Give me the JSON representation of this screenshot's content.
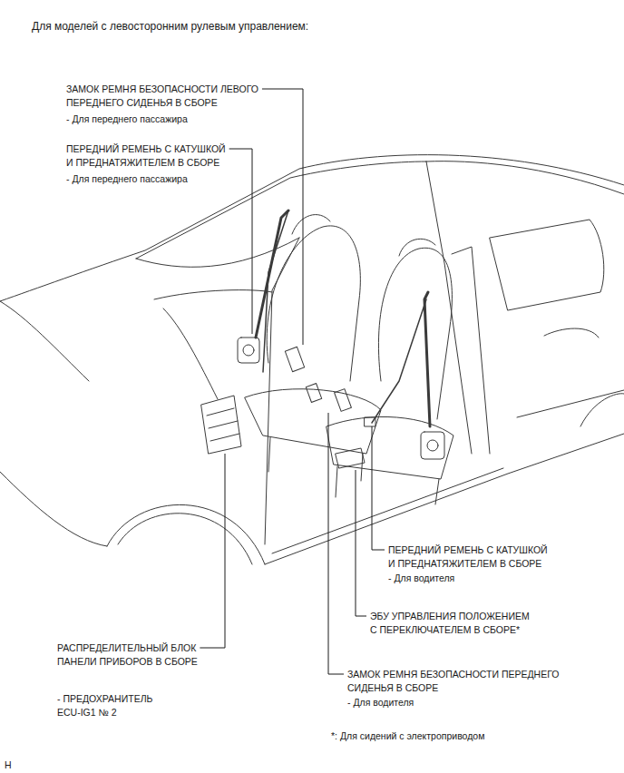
{
  "diagram": {
    "title": "Для моделей с левосторонним рулевым управлением:",
    "labels": [
      "ЗАМОК РЕМНЯ БЕЗОПАСНОСТИ ЛЕВОГО ПЕРЕДНЕГО СИДЕНЬЯ В СБОРЕ",
      "- Для переднего пассажира",
      "ПЕРЕДНИЙ РЕМЕНЬ С КАТУШКОЙ И ПРЕДНАТЯЖИТЕЛЕМ В СБОРЕ",
      "- Для переднего пассажира",
      "ПЕРЕДНИЙ РЕМЕНЬ С КАТУШКОЙ И ПРЕДНАТЯЖИТЕЛЕМ В СБОРЕ",
      "- Для водителя",
      "ЭБУ УПРАВЛЕНИЯ ПОЛОЖЕНИЕМ С ПЕРЕКЛЮЧАТЕЛЕМ В СБОРЕ*",
      "РАСПРЕДЕЛИТЕЛЬНЫЙ БЛОК ПАНЕЛИ ПРИБОРОВ В СБОРЕ",
      "ЗАМОК РЕМНЯ БЕЗОПАСНОСТИ ПЕРЕДНЕГО СИДЕНЬЯ В СБОРЕ",
      "- Для водителя",
      "- ПРЕДОХРАНИТЕЛЬ ECU-IG1 № 2",
      "*: Для сидений с электроприводом",
      "H"
    ]
  }
}
